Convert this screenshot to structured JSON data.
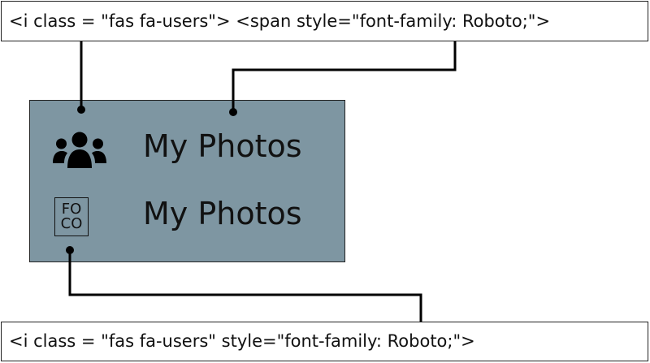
{
  "top_code": "<i class = \"fas fa-users\"> <span style=\"font-family: Roboto;\">",
  "bottom_code": "<i class = \"fas fa-users\" style=\"font-family: Roboto;\">",
  "panel": {
    "row1_label": "My Photos",
    "row2_label": "My Photos",
    "row1_icon": "users-icon",
    "row2_icon_glyph_line1": "FO",
    "row2_icon_glyph_line2": "CO"
  },
  "colors": {
    "panel_bg": "#7e96a2",
    "stroke": "#000000"
  }
}
